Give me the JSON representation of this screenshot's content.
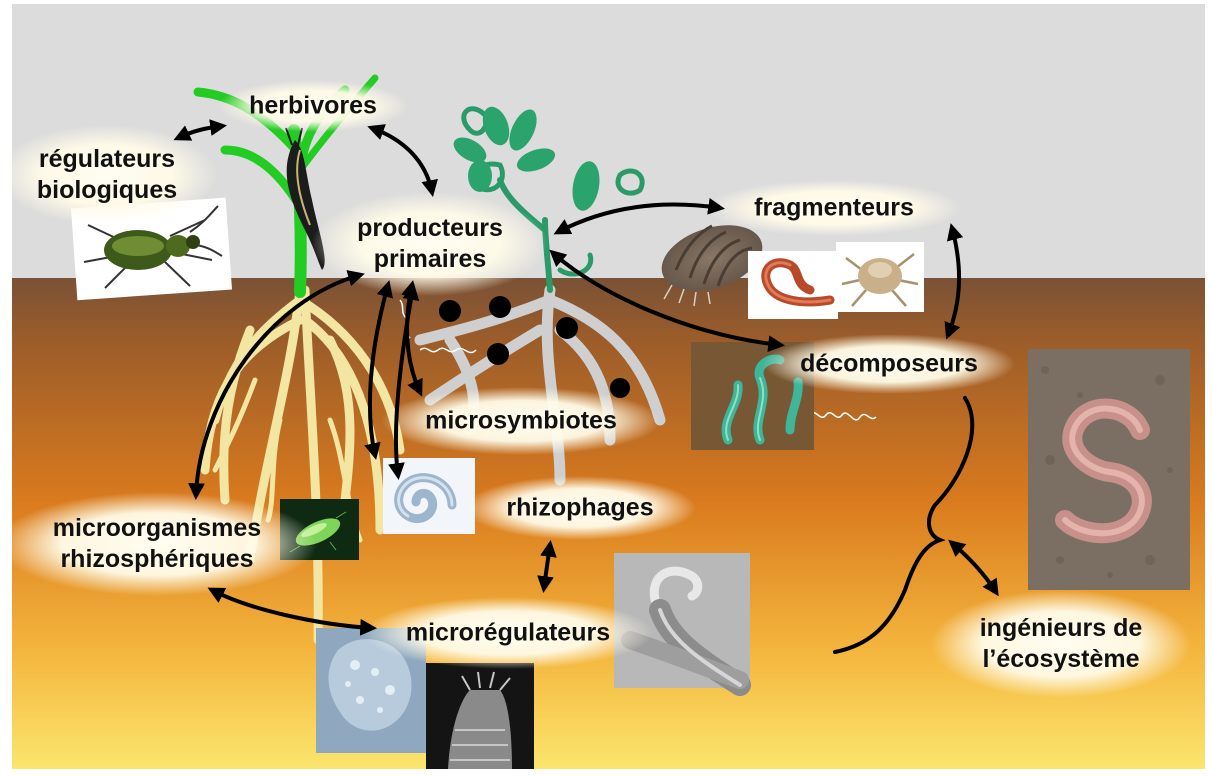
{
  "diagram": {
    "nodes": [
      {
        "id": "herbivores",
        "lines": [
          "herbivores"
        ]
      },
      {
        "id": "regulateurs",
        "lines": [
          "régulateurs",
          "biologiques"
        ]
      },
      {
        "id": "producteurs",
        "lines": [
          "producteurs",
          "primaires"
        ]
      },
      {
        "id": "fragmenteurs",
        "lines": [
          "fragmenteurs"
        ]
      },
      {
        "id": "decomposeurs",
        "lines": [
          "décomposeurs"
        ]
      },
      {
        "id": "microsymbiotes",
        "lines": [
          "microsymbiotes"
        ]
      },
      {
        "id": "rhizophages",
        "lines": [
          "rhizophages"
        ]
      },
      {
        "id": "microorganismes",
        "lines": [
          "microorganismes",
          "rhizosphériques"
        ]
      },
      {
        "id": "microregulateurs",
        "lines": [
          "microrégulateurs"
        ]
      },
      {
        "id": "ingenieurs",
        "lines": [
          "ingénieurs de",
          "l’écosystème"
        ]
      }
    ],
    "edges": [
      {
        "from": "regulateurs",
        "to": "herbivores",
        "type": "double"
      },
      {
        "from": "herbivores",
        "to": "producteurs",
        "type": "double"
      },
      {
        "from": "producteurs",
        "to": "fragmenteurs",
        "type": "double"
      },
      {
        "from": "producteurs",
        "to": "decomposeurs",
        "type": "double"
      },
      {
        "from": "fragmenteurs",
        "to": "decomposeurs",
        "type": "double"
      },
      {
        "from": "producteurs",
        "to": "microorganismes",
        "type": "double"
      },
      {
        "from": "producteurs",
        "to": "microsymbiotes",
        "type": "double"
      },
      {
        "from": "producteurs",
        "to": "rhizophages",
        "type": "double"
      },
      {
        "from": "microorganismes",
        "to": "microregulateurs",
        "type": "double"
      },
      {
        "from": "rhizophages",
        "to": "microregulateurs",
        "type": "double"
      },
      {
        "from": "decomposeurs",
        "to": "ingenieurs",
        "type": "double",
        "note": "brace groups fragmenteurs, décomposeurs and earthworm"
      }
    ],
    "colors": {
      "sky": "#dcdcdc",
      "soil_top": "#7a5236",
      "soil_mid": "#d97a1e",
      "soil_bottom": "#fbe36a",
      "plant_green": "#22cc22",
      "root_cream": "#f3e6a2",
      "root_grey": "#cfcfcf",
      "label_halo": "#fffbe8",
      "arrow": "#000000"
    },
    "icons": [
      "ground-beetle-icon",
      "aphid-on-stem-icon",
      "woodlouse-icon",
      "red-earthworm-icon",
      "mite-icon",
      "green-fungus-icon",
      "nematode-coil-icon",
      "bacterium-icon",
      "amoeba-icon",
      "nematode-head-icon",
      "nematode-sem-icon",
      "earthworm-photo-icon",
      "mycorrhiza-nodule-icon"
    ]
  }
}
